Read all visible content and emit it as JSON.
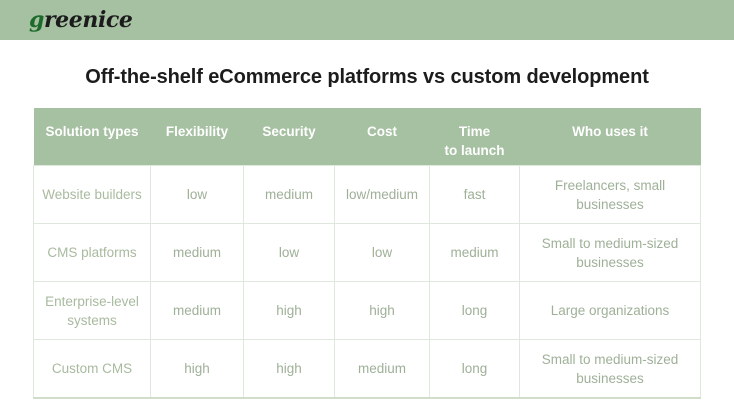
{
  "banner": {
    "logo_g": "g",
    "logo_rest": "reenice",
    "background_color": "#a6c0a2"
  },
  "title": "Off-the-shelf eCommerce platforms vs custom development",
  "table": {
    "header_bg": "#a6c0a2",
    "header_text_color": "#ffffff",
    "cell_text_color": "#9fb098",
    "border_color": "#dfe8dc",
    "columns": [
      {
        "label": "Solution types",
        "sub": ""
      },
      {
        "label": "Flexibility",
        "sub": ""
      },
      {
        "label": "Security",
        "sub": ""
      },
      {
        "label": "Cost",
        "sub": ""
      },
      {
        "label": "Time",
        "sub": "to launch"
      },
      {
        "label": "Who uses it",
        "sub": ""
      }
    ],
    "rows": [
      {
        "solution": "Website builders",
        "flexibility": "low",
        "security": "medium",
        "cost": "low/medium",
        "time": "fast",
        "who": "Freelancers, small businesses"
      },
      {
        "solution": "CMS platforms",
        "flexibility": "medium",
        "security": "low",
        "cost": "low",
        "time": "medium",
        "who": "Small to medium-sized businesses"
      },
      {
        "solution": "Enterprise-level systems",
        "flexibility": "medium",
        "security": "high",
        "cost": "high",
        "time": "long",
        "who": "Large organizations"
      },
      {
        "solution": "Custom CMS",
        "flexibility": "high",
        "security": "high",
        "cost": "medium",
        "time": "long",
        "who": "Small to medium-sized businesses"
      }
    ]
  }
}
